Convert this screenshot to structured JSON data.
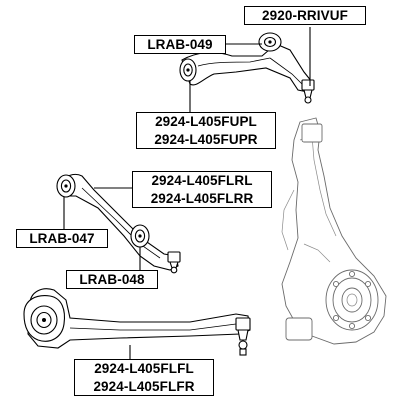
{
  "labels": {
    "upper_arm": "2920-RRIVUF",
    "upper_bushing": "LRAB-049",
    "upper_left": "2924-L405FUPL",
    "upper_right": "2924-L405FUPR",
    "middle_left": "2924-L405FLRL",
    "middle_right": "2924-L405FLRR",
    "middle_bushing_1": "LRAB-047",
    "middle_bushing_2": "LRAB-048",
    "lower_left": "2924-L405FLFL",
    "lower_right": "2924-L405FLFR"
  },
  "colors": {
    "line": "#000000",
    "background": "#ffffff",
    "knuckle_outline": "#6b6b6b"
  }
}
